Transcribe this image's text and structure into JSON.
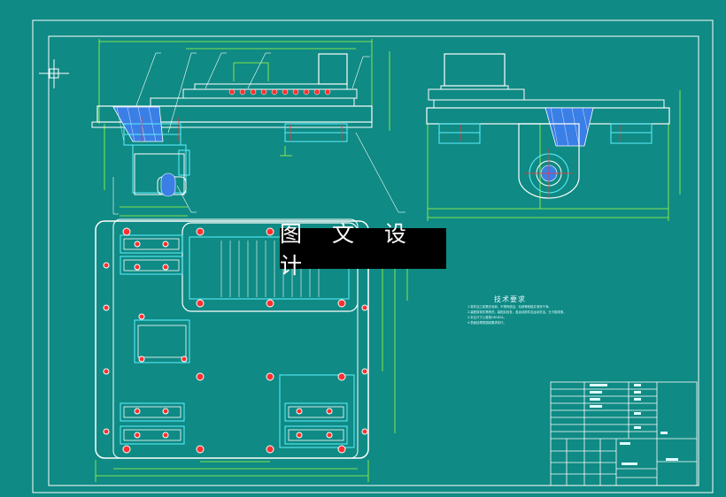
{
  "watermark": {
    "text": "图 文 设 计"
  },
  "tech_requirements": {
    "title": "技术要求",
    "lines": [
      "1.零件加工前需去毛刺，不得有锐边、毛刺等缺陷并清洗干净。",
      "2.装配前零件需清洗，装配后检查，各运动部件应运动灵活，无卡阻现象。",
      "3.未注尺寸公差按GB1804。",
      "4.表面处理按图纸要求执行。"
    ]
  },
  "colors": {
    "background": "#0f8a84",
    "outline": "#ffffff",
    "dimension": "#a6ff3c",
    "hatch": "#3a7fe6",
    "centerline": "#ff3030",
    "cyan": "#5ff0ff",
    "watermark_bg": "#000000"
  }
}
